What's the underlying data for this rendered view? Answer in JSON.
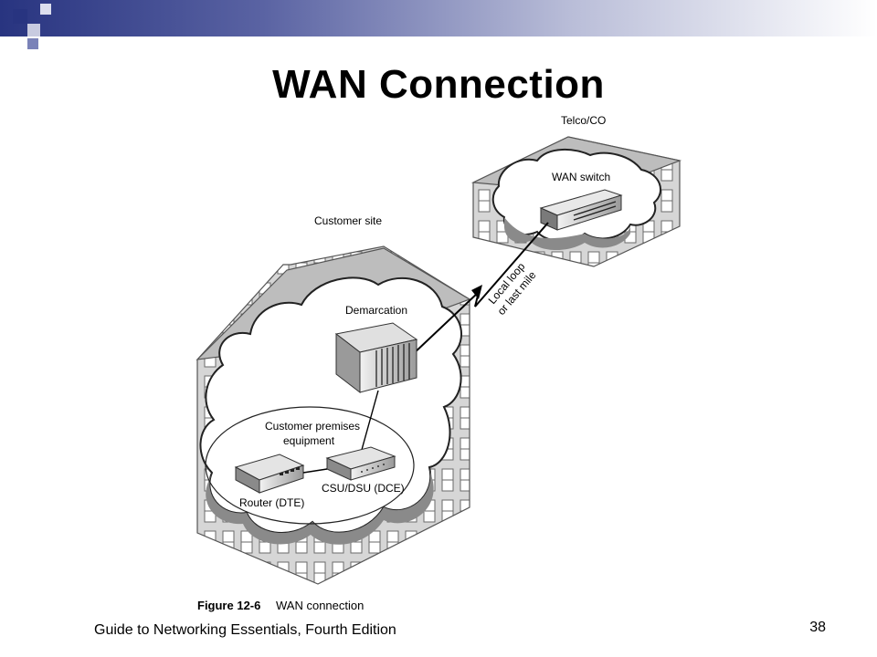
{
  "slide": {
    "title": "WAN Connection",
    "footer": "Guide to Networking Essentials, Fourth Edition",
    "page_number": "38"
  },
  "figure": {
    "caption_label": "Figure 12-6",
    "caption_text": "WAN connection",
    "labels": {
      "telco": "Telco/CO",
      "wan_switch": "WAN switch",
      "customer_site": "Customer site",
      "demarcation": "Demarcation",
      "local_loop_line1": "Local loop",
      "local_loop_line2": "or last mile",
      "cpe_line1": "Customer premises",
      "cpe_line2": "equipment",
      "router": "Router (DTE)",
      "csu_dsu": "CSU/DSU (DCE)"
    }
  },
  "colors": {
    "accent_dark": "#283480",
    "accent_mid": "#7a82b8",
    "accent_light": "#c8cbe0"
  }
}
